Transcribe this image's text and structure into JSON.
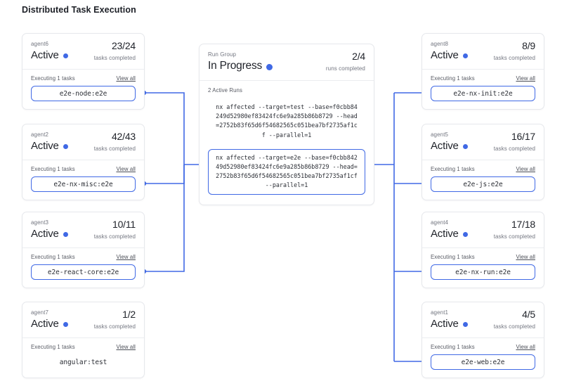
{
  "page": {
    "title": "Distributed Task Execution",
    "accent_color": "#4069e5",
    "card_border_color": "#e6e8ec",
    "muted_text_color": "#737680"
  },
  "labels": {
    "tasks_completed": "tasks completed",
    "runs_completed": "runs completed",
    "executing": "Executing 1 tasks",
    "view_all": "View all",
    "active_runs": "2 Active Runs"
  },
  "run_group": {
    "label": "Run Group",
    "status": "In Progress",
    "count": "2/4",
    "count_label": "runs completed",
    "active_runs_label": "2 Active Runs",
    "runs": [
      {
        "command": "nx affected --target=test --base=f0cbb84249d52980ef83424fc6e9a285b86b8729 --head=2752b83f65d6f54682565c051bea7bf2735af1cf --parallel=1",
        "highlighted": false
      },
      {
        "command": "nx affected --target=e2e --base=f0cbb84249d52980ef83424fc6e9a285b86b8729 --head=2752b83f65d6f54682565c051bea7bf2735af1cf --parallel=1",
        "highlighted": true
      }
    ]
  },
  "left_agents": [
    {
      "name": "agent6",
      "status": "Active",
      "count": "23/24",
      "count_label": "tasks completed",
      "executing": "Executing 1 tasks",
      "view_all": "View all",
      "task": "e2e-node:e2e",
      "linked": true
    },
    {
      "name": "agent2",
      "status": "Active",
      "count": "42/43",
      "count_label": "tasks completed",
      "executing": "Executing 1 tasks",
      "view_all": "View all",
      "task": "e2e-nx-misc:e2e",
      "linked": true
    },
    {
      "name": "agent3",
      "status": "Active",
      "count": "10/11",
      "count_label": "tasks completed",
      "executing": "Executing 1 tasks",
      "view_all": "View all",
      "task": "e2e-react-core:e2e",
      "linked": true
    },
    {
      "name": "agent7",
      "status": "Active",
      "count": "1/2",
      "count_label": "tasks completed",
      "executing": "Executing 1 tasks",
      "view_all": "View all",
      "task": "angular:test",
      "linked": false
    }
  ],
  "right_agents": [
    {
      "name": "agent8",
      "status": "Active",
      "count": "8/9",
      "count_label": "tasks completed",
      "executing": "Executing 1 tasks",
      "view_all": "View all",
      "task": "e2e-nx-init:e2e",
      "linked": true
    },
    {
      "name": "agent5",
      "status": "Active",
      "count": "16/17",
      "count_label": "tasks completed",
      "executing": "Executing 1 tasks",
      "view_all": "View all",
      "task": "e2e-js:e2e",
      "linked": true
    },
    {
      "name": "agent4",
      "status": "Active",
      "count": "17/18",
      "count_label": "tasks completed",
      "executing": "Executing 1 tasks",
      "view_all": "View all",
      "task": "e2e-nx-run:e2e",
      "linked": true
    },
    {
      "name": "agent1",
      "status": "Active",
      "count": "4/5",
      "count_label": "tasks completed",
      "executing": "Executing 1 tasks",
      "view_all": "View all",
      "task": "e2e-web:e2e",
      "linked": true
    }
  ]
}
